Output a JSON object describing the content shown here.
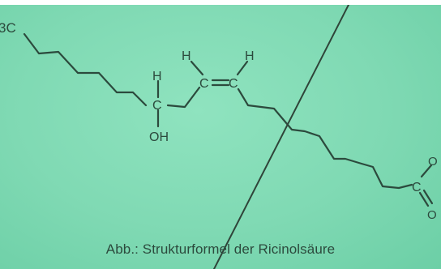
{
  "diagram": {
    "atoms": {
      "h3c": "3C",
      "h_top_left": "H",
      "c_hydroxyl": "C",
      "oh": "OH",
      "h_alkene_left": "H",
      "h_alkene_right": "H",
      "c_alkene_left": "C",
      "c_alkene_right": "C",
      "c_carboxyl": "C",
      "o_top": "O",
      "o_bottom": "O"
    },
    "bond_symbol": "="
  },
  "caption": "Abb.: Strukturformel der Ricinolsäure"
}
